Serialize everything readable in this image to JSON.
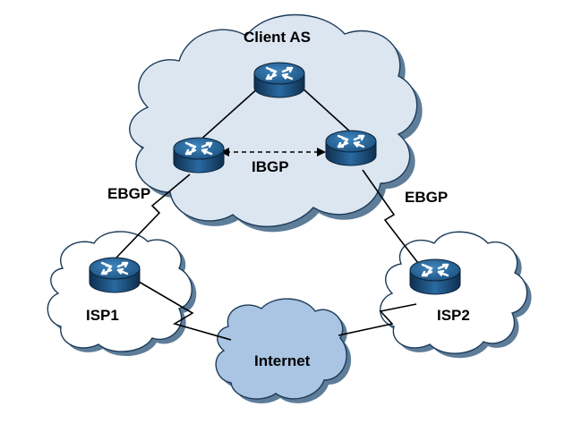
{
  "diagram": {
    "labels": {
      "client_as": "Client AS",
      "ibgp": "IBGP",
      "ebgp_left": "EBGP",
      "ebgp_right": "EBGP",
      "isp1": "ISP1",
      "isp2": "ISP2",
      "internet": "Internet"
    },
    "colors": {
      "cloud_white_fill": "#ffffff",
      "client_cloud_fill": "#dbe6f1",
      "internet_cloud_fill": "#a9c5e3",
      "cloud_shadow": "#5d7d99",
      "router_blue": "#1f5a8e",
      "router_dark": "#0e2f4f",
      "router_top": "#2e72a8",
      "line": "#000000"
    },
    "icons": {
      "router": "router-icon"
    }
  }
}
